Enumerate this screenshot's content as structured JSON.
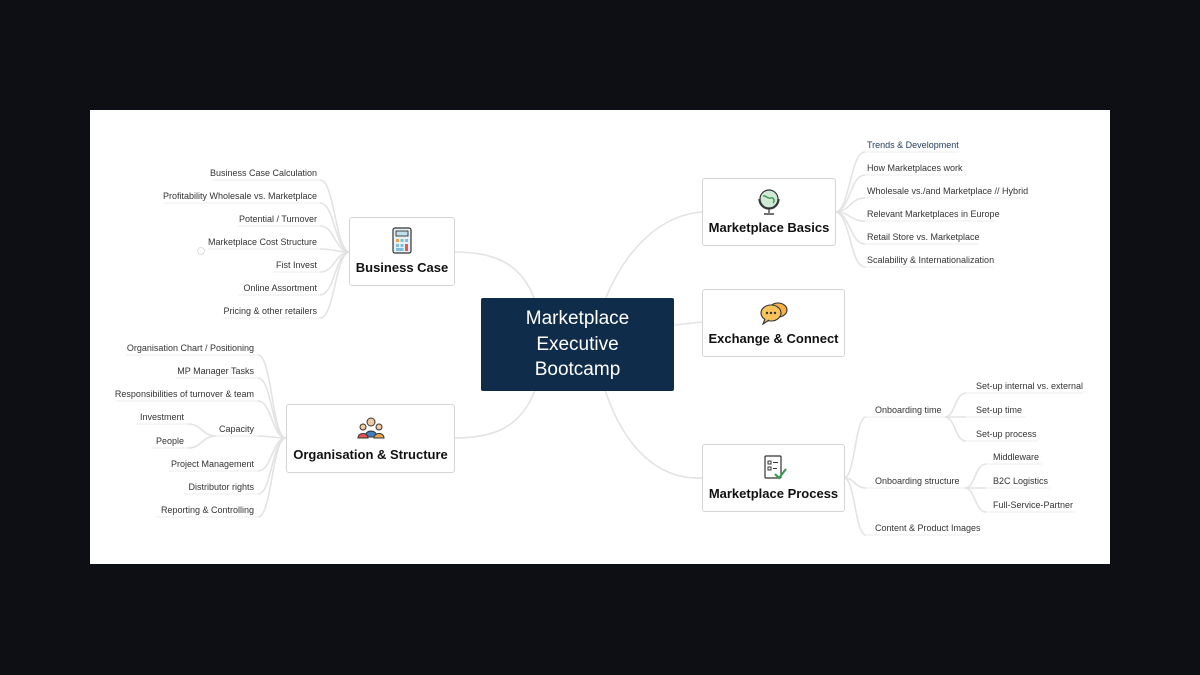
{
  "central": {
    "lines": [
      "Marketplace",
      "Executive",
      "Bootcamp"
    ]
  },
  "topics": {
    "marketplace_basics": {
      "title": "Marketplace Basics",
      "icon": "globe-icon",
      "items": [
        "Trends & Development",
        "How Marketplaces work",
        "Wholesale vs./and Marketplace // Hybrid",
        "Relevant Marketplaces in Europe",
        "Retail Store vs. Marketplace",
        "Scalability & Internationalization"
      ]
    },
    "exchange_connect": {
      "title": "Exchange & Connect",
      "icon": "chat-bubbles-icon"
    },
    "marketplace_process": {
      "title": "Marketplace Process",
      "icon": "checklist-icon",
      "onboarding_time": {
        "label": "Onboarding time",
        "items": [
          "Set-up internal vs. external",
          "Set-up time",
          "Set-up process"
        ]
      },
      "onboarding_structure": {
        "label": "Onboarding structure",
        "items": [
          "Middleware",
          "B2C Logistics",
          "Full-Service-Partner"
        ]
      },
      "content": "Content & Product Images"
    },
    "business_case": {
      "title": "Business Case",
      "icon": "calculator-icon",
      "items": [
        "Business Case Calculation",
        "Profitability Wholesale vs. Marketplace",
        "Potential / Turnover",
        "Marketplace Cost Structure",
        "Fist Invest",
        "Online Assortment",
        "Pricing & other retailers"
      ]
    },
    "organisation_structure": {
      "title": "Organisation & Structure",
      "icon": "team-icon",
      "items_top": [
        "Organisation Chart / Positioning",
        "MP Manager Tasks",
        "Responsibilities of turnover & team"
      ],
      "capacity": {
        "label": "Capacity",
        "items": [
          "Investment",
          "People"
        ]
      },
      "items_bottom": [
        "Project Management",
        "Distributor rights",
        "Reporting & Controlling"
      ]
    }
  },
  "colors": {
    "central_bg": "#0f2d4a",
    "link": "#e2e2e2",
    "text": "#333333"
  }
}
